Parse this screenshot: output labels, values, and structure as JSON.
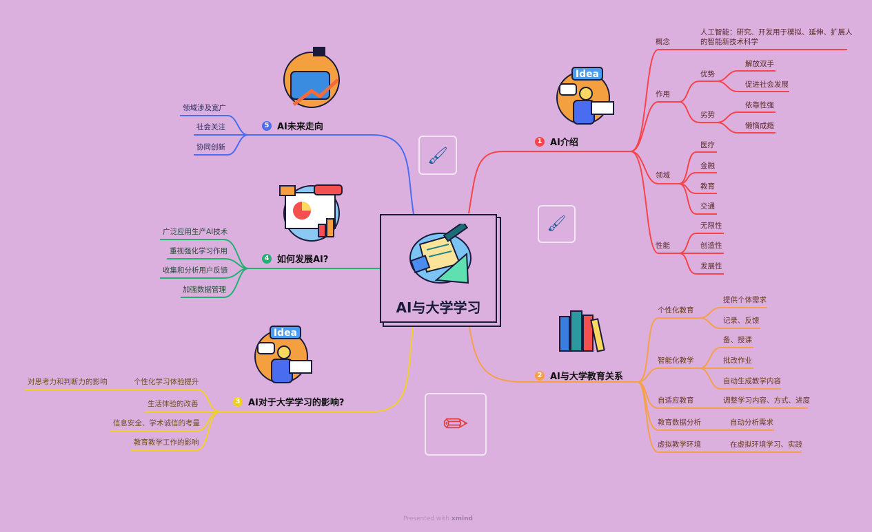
{
  "central": {
    "title": "AI与大学学习"
  },
  "branches": [
    {
      "num": "1",
      "label": "AI介绍",
      "color": "#f5444a",
      "children": [
        "概念",
        "作用",
        "领域",
        "性能"
      ],
      "concept": "人工智能：研究、开发用于模拟、延伸、扩展人的智能新技术科学",
      "concept_l1": "人工智能：研究、开发用于模拟、延伸、扩展人",
      "concept_l2": "的智能新技术科学",
      "role": {
        "pro": "优势",
        "pro_items": [
          "解放双手",
          "促进社会发展"
        ],
        "con": "劣势",
        "con_items": [
          "依靠性强",
          "懒惰成瘾"
        ]
      },
      "fields": [
        "医疗",
        "金融",
        "教育",
        "交通"
      ],
      "perf": [
        "无限性",
        "创造性",
        "发展性"
      ]
    },
    {
      "num": "2",
      "label": "AI与大学教育关系",
      "color": "#f5a04a",
      "children": [
        "个性化教育",
        "智能化教学",
        "自适应教育",
        "教育数据分析",
        "虚拟教学环境"
      ],
      "personal": [
        "提供个体需求",
        "记录、反馈"
      ],
      "smart": [
        "备、授课",
        "批改作业",
        "自动生成教学内容"
      ],
      "adaptive": "调整学习内容、方式、进度",
      "data": "自动分析需求",
      "virtual": "在虚拟环境学习、实践"
    },
    {
      "num": "3",
      "label": "AI对于大学学习的影响?",
      "color": "#f0d020",
      "children": [
        "个性化学习体验提升",
        "生活体验的改善",
        "信息安全、学术诚信的考量",
        "教育教学工作的影响"
      ],
      "sub": "对思考力和判断力的影响"
    },
    {
      "num": "4",
      "label": "如何发展AI?",
      "color": "#20b070",
      "children": [
        "广泛应用生产AI技术",
        "重视强化学习作用",
        "收集和分析用户反馈",
        "加强数据管理"
      ]
    },
    {
      "num": "5",
      "label": "AI未来走向",
      "color": "#4a6cf0",
      "children": [
        "领域涉及宽广",
        "社会关注",
        "协同创新"
      ]
    }
  ],
  "illustration_text": "Idea",
  "footer": {
    "prefix": "Presented with",
    "brand": "xmind"
  }
}
